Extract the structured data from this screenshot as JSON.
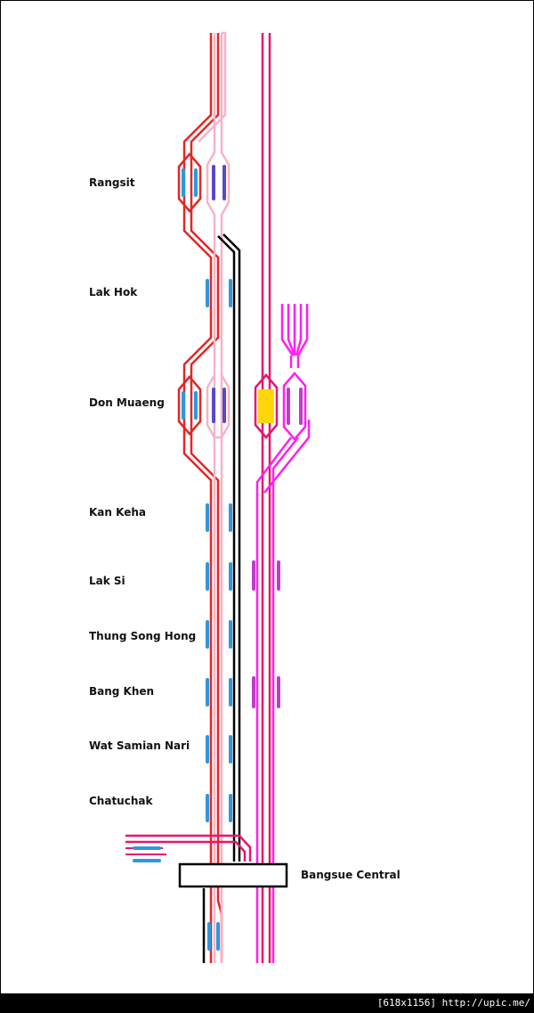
{
  "stations": [
    {
      "label": "Rangsit"
    },
    {
      "label": "Lak Hok"
    },
    {
      "label": "Don Muaeng"
    },
    {
      "label": "Kan Keha"
    },
    {
      "label": "Lak Si"
    },
    {
      "label": "Thung Song Hong"
    },
    {
      "label": "Bang Khen"
    },
    {
      "label": "Wat Samian Nari"
    },
    {
      "label": "Chatuchak"
    }
  ],
  "central": {
    "label": "Bangsue Central"
  },
  "footer": {
    "text": "[618x1156] http://upic.me/"
  },
  "colors": {
    "red": "#e32626",
    "pink": "#f7b3c8",
    "black": "#000000",
    "crimson": "#e8146e",
    "magenta": "#ff1ff0",
    "platform_blue": "#2e97dc",
    "platform_purple": "#5a48c8",
    "platform_orchid": "#c03cc8",
    "platform_yellow": "#ffd60a"
  }
}
